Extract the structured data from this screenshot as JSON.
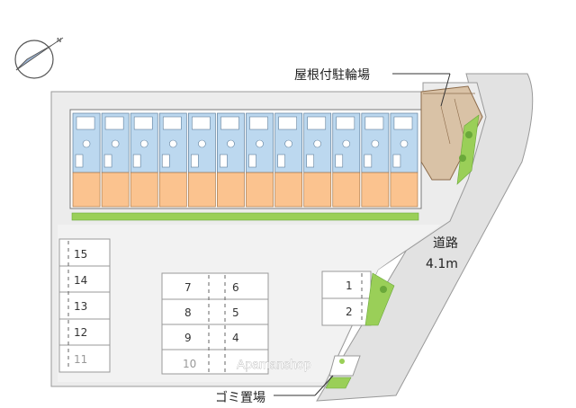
{
  "labels": {
    "roofed_bicycle_parking": "屋根付駐輪場",
    "road": "道路",
    "road_width": "4.1m",
    "garbage_area": "ゴミ置場",
    "watermark": "Apamanshop"
  },
  "parking": {
    "left_column": [
      "15",
      "14",
      "13",
      "12",
      "11"
    ],
    "center_left": [
      "7",
      "8",
      "9",
      "10"
    ],
    "center_right": [
      "6",
      "5",
      "4"
    ],
    "right_column": [
      "1",
      "2"
    ]
  },
  "building": {
    "units": 12
  },
  "icons": {
    "compass": "north-arrow-icon"
  },
  "colors": {
    "unit_orange": "#fbc38f",
    "unit_blue": "#bcd8ef",
    "grass": "#9acf58",
    "site_gray": "#e9e9e9",
    "road_gray": "#e2e2e2",
    "bike_roof": "#d9c2a6"
  }
}
